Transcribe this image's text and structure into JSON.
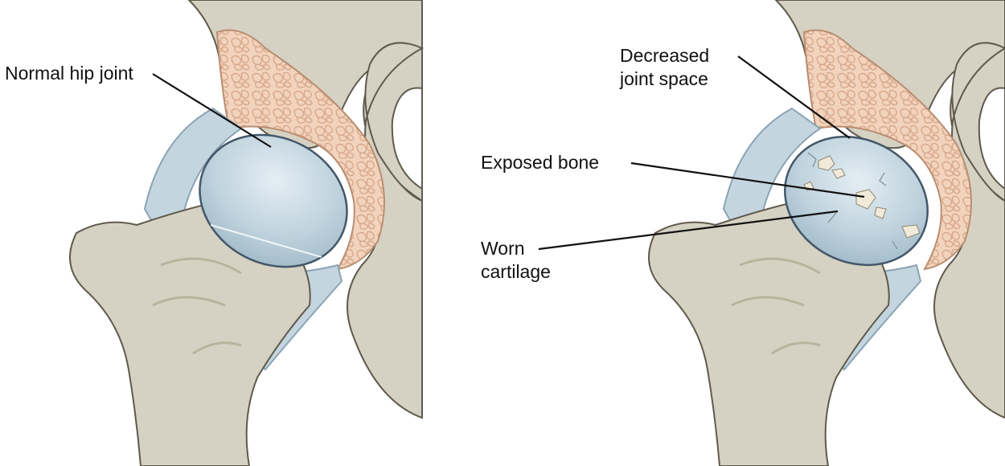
{
  "panels": [
    {
      "labels": [
        {
          "lines": [
            "Normal hip joint"
          ]
        }
      ]
    },
    {
      "labels": [
        {
          "lines": [
            "Decreased",
            "joint space"
          ]
        },
        {
          "lines": [
            "Exposed bone"
          ]
        },
        {
          "lines": [
            "Worn",
            "cartilage"
          ]
        }
      ]
    }
  ],
  "colors": {
    "bone": "#d6d2c3",
    "bone_shade": "#b9b39e",
    "bone_outline": "#5f5a4c",
    "marrow": "#f2d3bd",
    "marrow_line": "#d9a98c",
    "cartilage": "#bcd0dc",
    "cartilage_light": "#dbe8ef",
    "capsule": "#a9c0cf",
    "exposed_bone": "#f1ead8",
    "leader": "#111111"
  }
}
